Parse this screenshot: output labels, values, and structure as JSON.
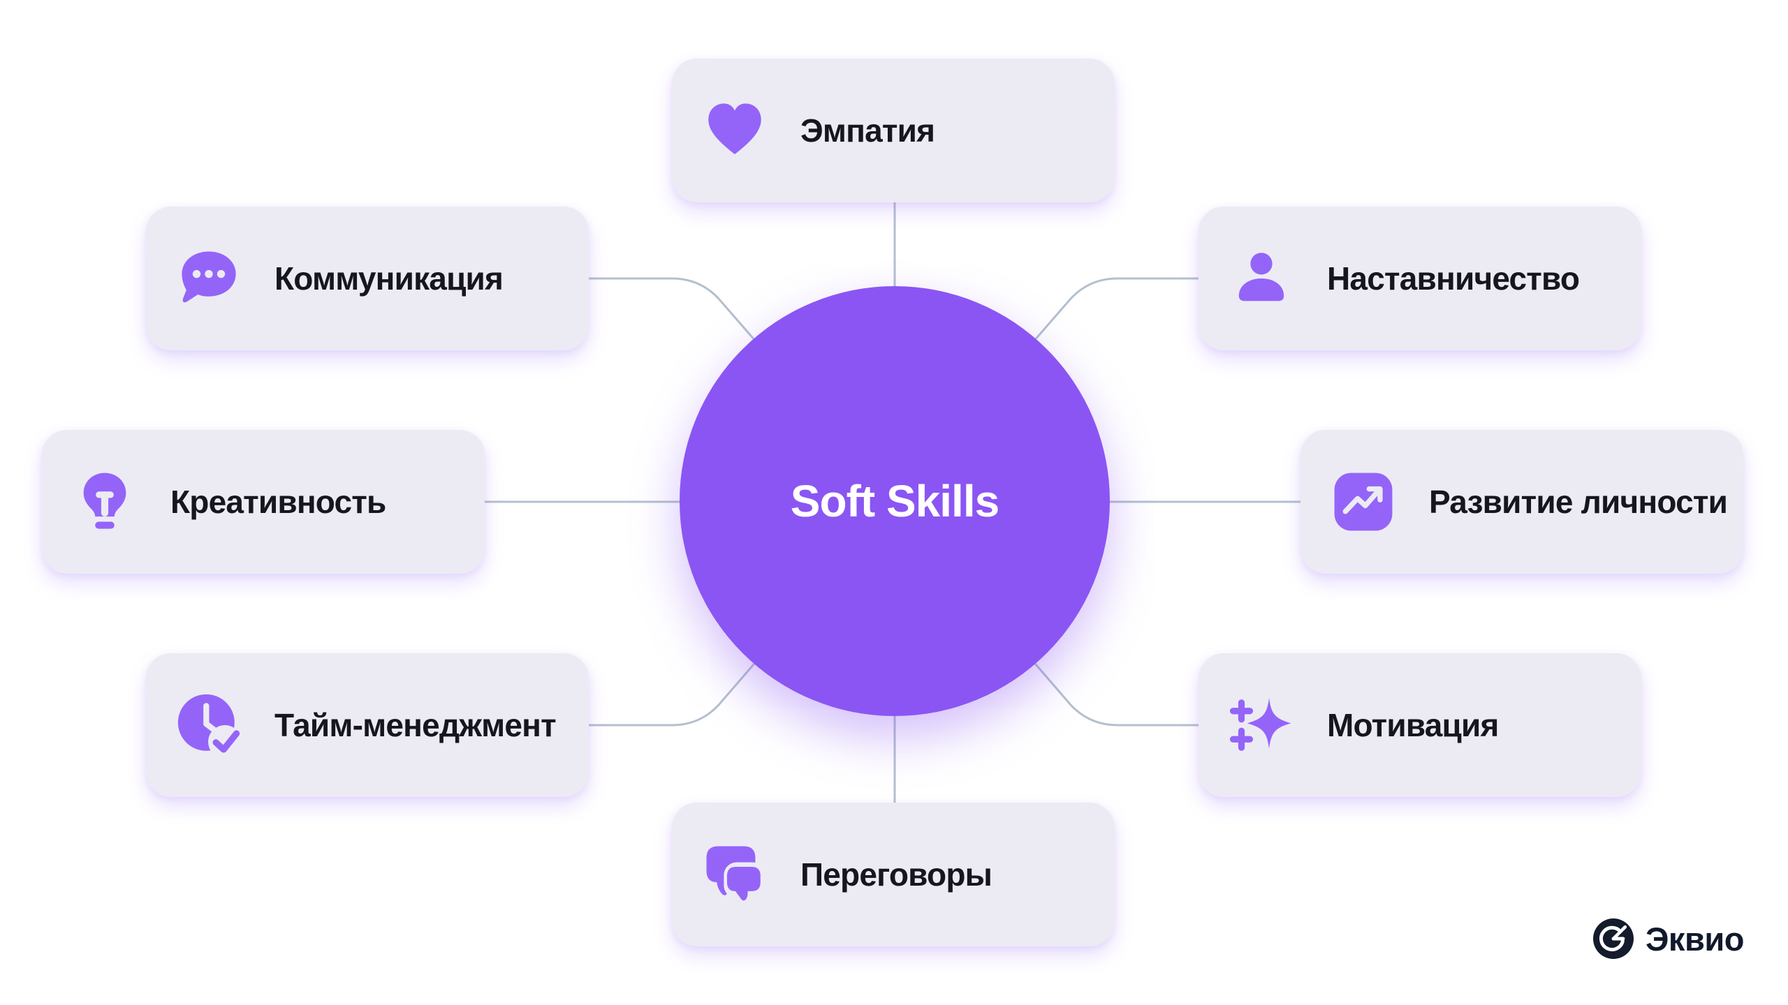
{
  "title": "Soft Skills",
  "center": {
    "label": "Soft Skills"
  },
  "nodes": [
    {
      "id": "empathy",
      "label": "Эмпатия",
      "icon": "heart-icon",
      "position": "top"
    },
    {
      "id": "communication",
      "label": "Коммуникация",
      "icon": "chat-bubble-dots-icon",
      "position": "top-left"
    },
    {
      "id": "creativity",
      "label": "Креативность",
      "icon": "lightbulb-icon",
      "position": "left"
    },
    {
      "id": "time-management",
      "label": "Тайм-менеджмент",
      "icon": "clock-check-icon",
      "position": "bottom-left"
    },
    {
      "id": "negotiations",
      "label": "Переговоры",
      "icon": "chat-double-icon",
      "position": "bottom"
    },
    {
      "id": "motivation",
      "label": "Мотивация",
      "icon": "sparkles-icon",
      "position": "bottom-right"
    },
    {
      "id": "personal-development",
      "label": "Развитие личности",
      "icon": "trend-up-icon",
      "position": "right"
    },
    {
      "id": "mentoring",
      "label": "Наставничество",
      "icon": "person-icon",
      "position": "top-right"
    }
  ],
  "logo": {
    "text": "Эквио",
    "icon": "ekvio-logo-icon"
  },
  "colors": {
    "background": "#FFFFFF",
    "center_circle": "#8B55F3",
    "center_text": "#FFFFFF",
    "icon_purple": "#9464F8",
    "card_background": "#ECEBF4",
    "connector_line": "#B3C0CE",
    "label_text": "#16161F",
    "logo_navy": "#131B2C"
  }
}
